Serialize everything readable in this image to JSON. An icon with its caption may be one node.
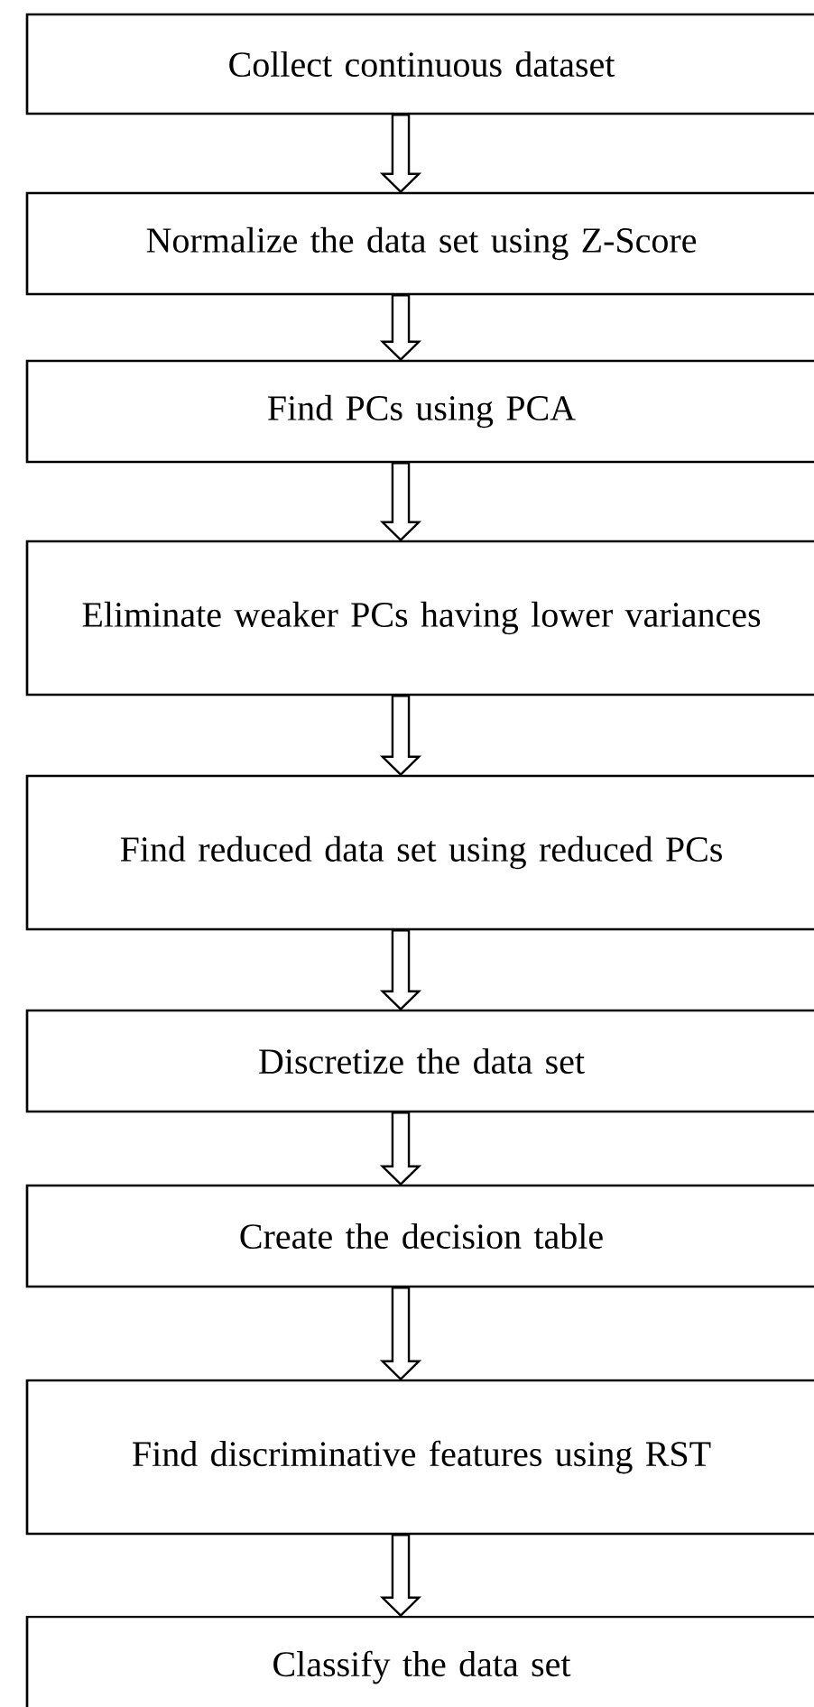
{
  "diagram": {
    "nodes": [
      {
        "text": [
          "Collect continuous dataset"
        ]
      },
      {
        "text": [
          "Normalize the data set using Z-Score"
        ]
      },
      {
        "text": [
          "Find PCs using PCA"
        ]
      },
      {
        "text": [
          "Eliminate weaker PCs having lower variances"
        ]
      },
      {
        "text": [
          "Find reduced data set using reduced PCs"
        ]
      },
      {
        "text": [
          "Discretize the data set"
        ]
      },
      {
        "text": [
          "Create the decision table"
        ]
      },
      {
        "text": [
          "Find discriminative features using RST"
        ]
      },
      {
        "text": [
          "Classify the data set"
        ]
      }
    ],
    "edges": [
      {
        "from": 0,
        "to": 1,
        "arrow": "to"
      },
      {
        "from": 1,
        "to": 2,
        "arrow": "to"
      },
      {
        "from": 2,
        "to": 3,
        "arrow": "to"
      },
      {
        "from": 3,
        "to": 4,
        "arrow": "to"
      },
      {
        "from": 4,
        "to": 5,
        "arrow": "to"
      },
      {
        "from": 5,
        "to": 6,
        "arrow": "to"
      },
      {
        "from": 6,
        "to": 7,
        "arrow": "to"
      },
      {
        "from": 7,
        "to": 8,
        "arrow": "to"
      }
    ]
  }
}
